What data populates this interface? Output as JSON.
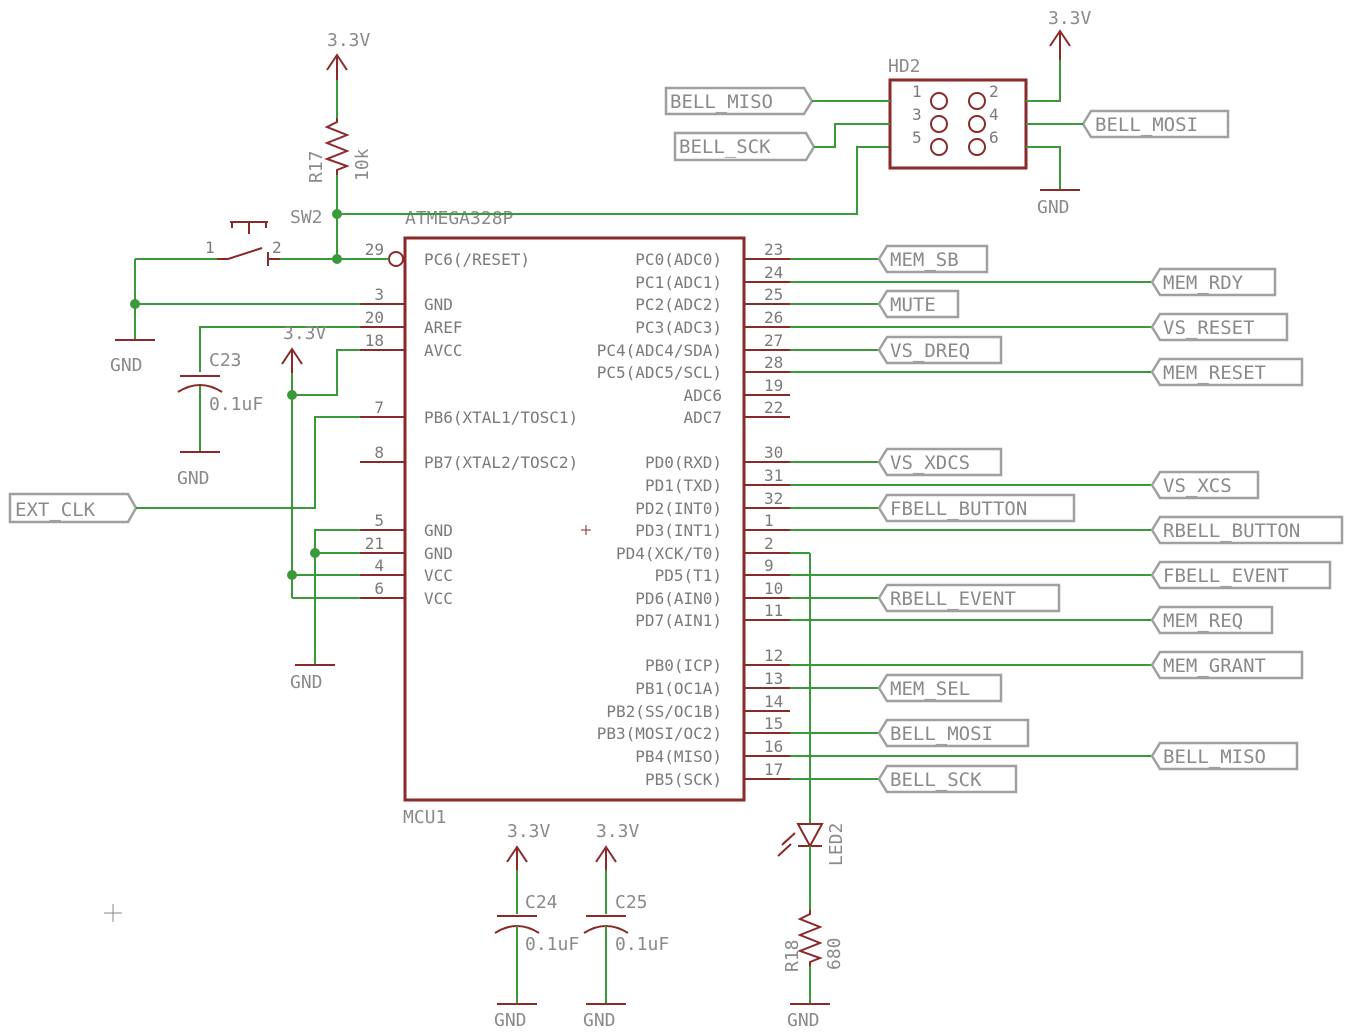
{
  "mcu": {
    "name": "ATMEGA328P",
    "ref": "MCU1",
    "left_pins": [
      {
        "num": "29",
        "label": "PC6(/RESET)"
      },
      {
        "num": "3",
        "label": "GND"
      },
      {
        "num": "20",
        "label": "AREF"
      },
      {
        "num": "18",
        "label": "AVCC"
      },
      {
        "num": "7",
        "label": "PB6(XTAL1/TOSC1)"
      },
      {
        "num": "8",
        "label": "PB7(XTAL2/TOSC2)"
      },
      {
        "num": "5",
        "label": "GND"
      },
      {
        "num": "21",
        "label": "GND"
      },
      {
        "num": "4",
        "label": "VCC"
      },
      {
        "num": "6",
        "label": "VCC"
      }
    ],
    "right_pins": [
      {
        "num": "23",
        "label": "PC0(ADC0)",
        "net": "MEM_SB"
      },
      {
        "num": "24",
        "label": "PC1(ADC1)",
        "net": "MEM_RDY"
      },
      {
        "num": "25",
        "label": "PC2(ADC2)",
        "net": "MUTE"
      },
      {
        "num": "26",
        "label": "PC3(ADC3)",
        "net": "VS_RESET"
      },
      {
        "num": "27",
        "label": "PC4(ADC4/SDA)",
        "net": "VS_DREQ"
      },
      {
        "num": "28",
        "label": "PC5(ADC5/SCL)",
        "net": "MEM_RESET"
      },
      {
        "num": "19",
        "label": "ADC6",
        "net": ""
      },
      {
        "num": "22",
        "label": "ADC7",
        "net": ""
      },
      {
        "num": "30",
        "label": "PD0(RXD)",
        "net": "VS_XDCS"
      },
      {
        "num": "31",
        "label": "PD1(TXD)",
        "net": "VS_XCS"
      },
      {
        "num": "32",
        "label": "PD2(INT0)",
        "net": "FBELL_BUTTON"
      },
      {
        "num": "1",
        "label": "PD3(INT1)",
        "net": "RBELL_BUTTON"
      },
      {
        "num": "2",
        "label": "PD4(XCK/T0)",
        "net": ""
      },
      {
        "num": "9",
        "label": "PD5(T1)",
        "net": "FBELL_EVENT"
      },
      {
        "num": "10",
        "label": "PD6(AIN0)",
        "net": "RBELL_EVENT"
      },
      {
        "num": "11",
        "label": "PD7(AIN1)",
        "net": "MEM_REQ"
      },
      {
        "num": "12",
        "label": "PB0(ICP)",
        "net": "MEM_GRANT"
      },
      {
        "num": "13",
        "label": "PB1(OC1A)",
        "net": "MEM_SEL"
      },
      {
        "num": "14",
        "label": "PB2(SS/OC1B)",
        "net": ""
      },
      {
        "num": "15",
        "label": "PB3(MOSI/OC2)",
        "net": "BELL_MOSI"
      },
      {
        "num": "16",
        "label": "PB4(MISO)",
        "net": "BELL_MISO"
      },
      {
        "num": "17",
        "label": "PB5(SCK)",
        "net": "BELL_SCK"
      }
    ]
  },
  "header": {
    "ref": "HD2",
    "pins": [
      "1",
      "2",
      "3",
      "4",
      "5",
      "6"
    ],
    "nets": {
      "miso": "BELL_MISO",
      "sck": "BELL_SCK",
      "mosi": "BELL_MOSI"
    }
  },
  "parts": {
    "r17": {
      "ref": "R17",
      "value": "10k"
    },
    "r18": {
      "ref": "R18",
      "value": "680"
    },
    "c23": {
      "ref": "C23",
      "value": "0.1uF"
    },
    "c24": {
      "ref": "C24",
      "value": "0.1uF"
    },
    "c25": {
      "ref": "C25",
      "value": "0.1uF"
    },
    "sw2": {
      "ref": "SW2",
      "pin1": "1",
      "pin2": "2"
    },
    "led2": {
      "ref": "LED2"
    }
  },
  "nets": {
    "ext_clk": "EXT_CLK",
    "vcc": "3.3V",
    "gnd": "GND"
  }
}
